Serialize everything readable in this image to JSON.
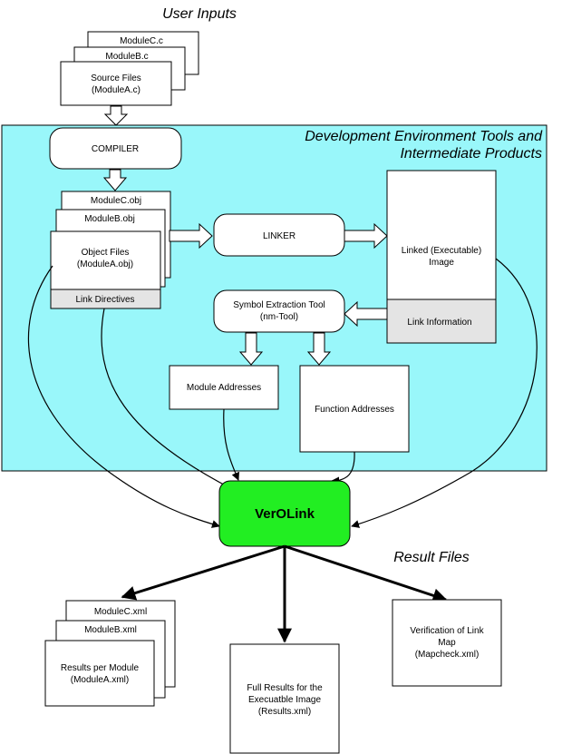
{
  "sections": {
    "user_inputs": "User Inputs",
    "dev_env_line1": "Development Environment Tools and",
    "dev_env_line2": "Intermediate Products",
    "result_files": "Result Files"
  },
  "inputs": {
    "module_c": "ModuleC.c",
    "module_b": "ModuleB.c",
    "source_line1": "Source Files",
    "source_line2": "(ModuleA.c)"
  },
  "compiler": "COMPILER",
  "objects": {
    "module_c": "ModuleC.obj",
    "module_b": "ModuleB.obj",
    "object_line1": "Object Files",
    "object_line2": "(ModuleA.obj)",
    "link_directives": "Link Directives"
  },
  "linker": "LINKER",
  "image": {
    "line1": "Linked (Executable)",
    "line2": "Image",
    "link_information": "Link Information"
  },
  "symbol_tool": {
    "line1": "Symbol Extraction Tool",
    "line2": "(nm-Tool)"
  },
  "module_addresses": "Module Addresses",
  "function_addresses": "Function Addresses",
  "verolink": "VerOLink",
  "results": {
    "module_c": "ModuleC.xml",
    "module_b": "ModuleB.xml",
    "per_module_line1": "Results per Module",
    "per_module_line2": "(ModuleA.xml)",
    "full_line1": "Full Results for the",
    "full_line2": "Execuatble Image",
    "full_line3": "(Results.xml)",
    "verify_line1": "Verification of Link",
    "verify_line2": "Map",
    "verify_line3": "(Mapcheck.xml)"
  },
  "colors": {
    "environment_bg": "#99f7fa",
    "verolink_bg": "#22ee22",
    "band_bg": "#e4e4e4"
  }
}
